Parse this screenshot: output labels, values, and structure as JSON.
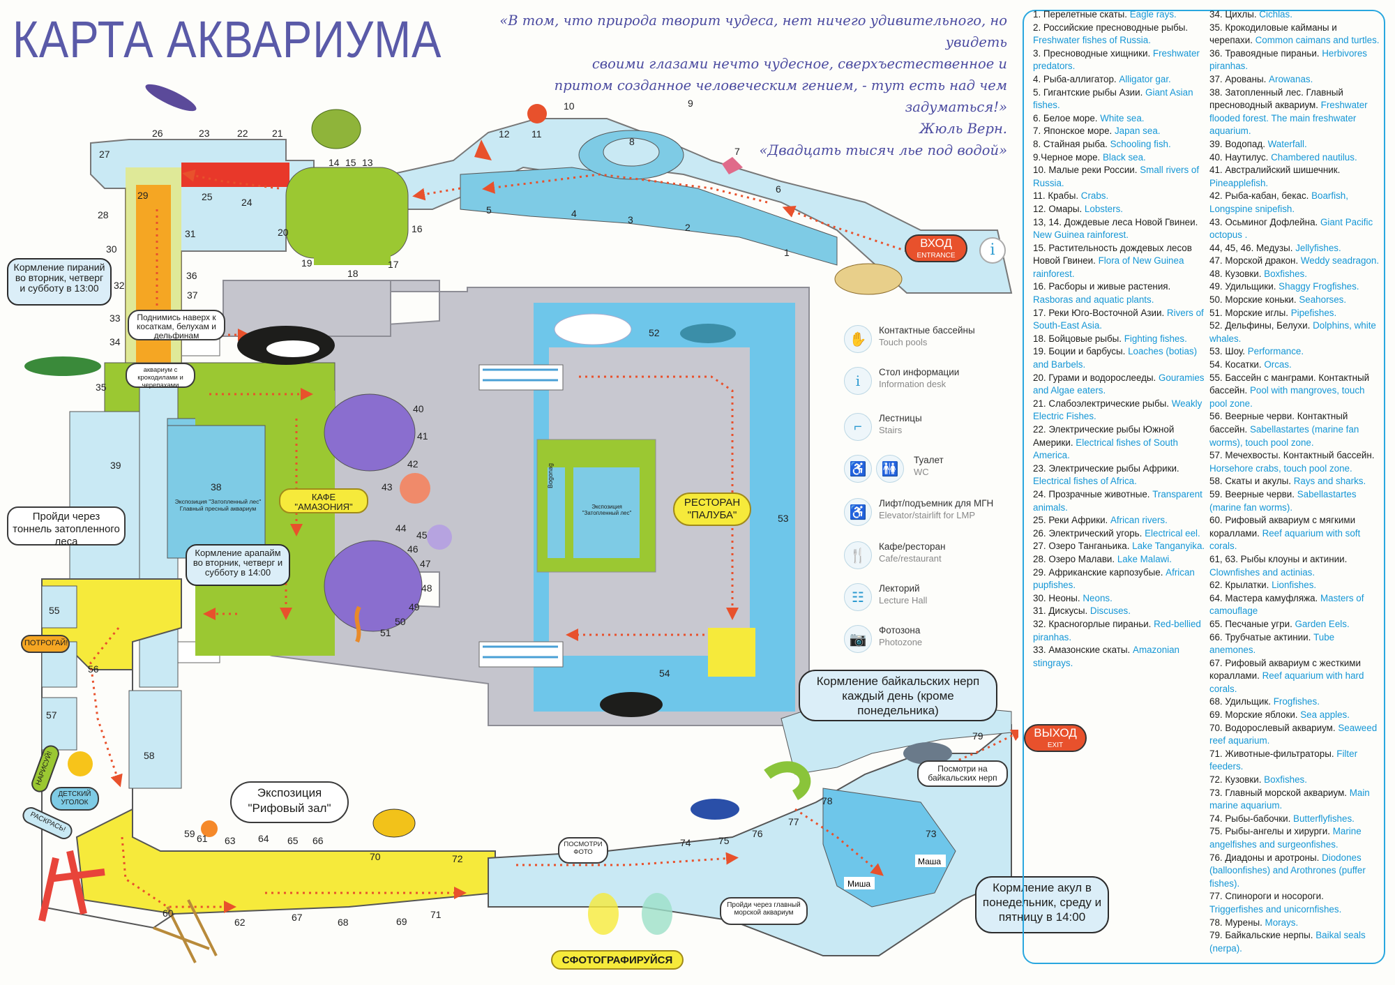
{
  "title": "КАРТА АКВАРИУМА",
  "quote": {
    "lines": [
      "«В том, что природа творит чудеса, нет ничего удивительного, но увидеть",
      "своими глазами нечто чудесное, сверхъестественное и",
      "притом созданное человеческим гением, - тут есть над чем задуматься!»",
      "Жюль Верн.",
      "«Двадцать тысяч лье под водой»"
    ]
  },
  "legend_col1": [
    {
      "ru": "1. Перелетные скаты.",
      "en": "Eagle rays."
    },
    {
      "ru": "2. Российские пресноводные рыбы.",
      "en": "Freshwater fishes of Russia."
    },
    {
      "ru": "3. Пресноводные хищники.",
      "en": "Freshwater predators."
    },
    {
      "ru": "4. Рыба-аллигатор.",
      "en": "Alligator gar."
    },
    {
      "ru": "5. Гигантские рыбы Азии.",
      "en": "Giant Asian fishes."
    },
    {
      "ru": "6. Белое море.",
      "en": "White sea."
    },
    {
      "ru": "7. Японское море.",
      "en": "Japan sea."
    },
    {
      "ru": "8. Стайная рыба.",
      "en": "Schooling fish."
    },
    {
      "ru": "9.Черное море.",
      "en": "Black sea."
    },
    {
      "ru": "10. Малые реки России.",
      "en": "Small rivers of Russia."
    },
    {
      "ru": "11. Крабы.",
      "en": "Crabs."
    },
    {
      "ru": "12. Омары.",
      "en": "Lobsters."
    },
    {
      "ru": "13, 14. Дождевые леса Новой Гвинеи.",
      "en": "New Guinea rainforest."
    },
    {
      "ru": "15. Растительность дождевых лесов Новой Гвинеи.",
      "en": "Flora of New Guinea rainforest."
    },
    {
      "ru": "16. Расборы и живые растения.",
      "en": "Rasboras and aquatic plants."
    },
    {
      "ru": "17. Реки Юго-Восточной Азии.",
      "en": "Rivers of South-East Asia."
    },
    {
      "ru": "18. Бойцовые рыбы.",
      "en": "Fighting fishes."
    },
    {
      "ru": "19. Боции и барбусы.",
      "en": "Loaches (botias) and Barbels."
    },
    {
      "ru": "20. Гурами и водорослееды.",
      "en": "Gouramies and Algae eaters."
    },
    {
      "ru": "21. Слабоэлектрические рыбы.",
      "en": "Weakly Electric Fishes."
    },
    {
      "ru": "22. Электрические рыбы Южной Америки.",
      "en": "Electrical fishes of South America."
    },
    {
      "ru": "23. Электрические рыбы Африки.",
      "en": "Electrical fishes of Africa."
    },
    {
      "ru": "24. Прозрачные животные.",
      "en": "Transparent animals."
    },
    {
      "ru": "25. Реки Африки.",
      "en": "African rivers."
    },
    {
      "ru": "26. Электрический угорь.",
      "en": "Electrical eel."
    },
    {
      "ru": "27. Озеро Танганьика.",
      "en": "Lake Tanganyika."
    },
    {
      "ru": "28. Озеро Малави.",
      "en": "Lake Malawi."
    },
    {
      "ru": "29. Африканские карпозубые.",
      "en": "African pupfishes."
    },
    {
      "ru": "30. Неоны.",
      "en": "Neons."
    },
    {
      "ru": "31. Дискусы.",
      "en": "Discuses."
    },
    {
      "ru": "32. Красногорлые пираньи.",
      "en": "Red-bellied piranhas."
    },
    {
      "ru": "33. Амазонские скаты.",
      "en": "Amazonian stingrays."
    }
  ],
  "legend_col2": [
    {
      "ru": "34. Цихлы.",
      "en": "Cichlas."
    },
    {
      "ru": "35. Крокодиловые кайманы и черепахи.",
      "en": "Common caimans and turtles."
    },
    {
      "ru": "36. Травоядные пираньи.",
      "en": "Herbivores piranhas."
    },
    {
      "ru": "37. Арованы.",
      "en": "Arowanas."
    },
    {
      "ru": "38. Затопленный лес. Главный пресноводный аквариум.",
      "en": "Freshwater flooded forest. The main freshwater aquarium."
    },
    {
      "ru": "39. Водопад.",
      "en": "Waterfall."
    },
    {
      "ru": "40. Наутилус.",
      "en": "Chambered nautilus."
    },
    {
      "ru": "41. Австралийский шишечник.",
      "en": "Pineapplefish."
    },
    {
      "ru": "42. Рыба-кабан, бекас.",
      "en": "Boarfish, Longspine snipefish."
    },
    {
      "ru": "43. Осьминог Дофлейна.",
      "en": "Giant Pacific octopus ."
    },
    {
      "ru": "44, 45, 46. Медузы.",
      "en": "Jellyfishes."
    },
    {
      "ru": "47. Морской дракон.",
      "en": "Weddy seadragon."
    },
    {
      "ru": "48. Кузовки.",
      "en": "Boxfishes."
    },
    {
      "ru": "49. Удильщики.",
      "en": "Shaggy Frogfishes."
    },
    {
      "ru": "50. Морские коньки.",
      "en": "Seahorses."
    },
    {
      "ru": "51. Морские иглы.",
      "en": "Pipefishes."
    },
    {
      "ru": "52. Дельфины, Белухи.",
      "en": "Dolphins, white whales."
    },
    {
      "ru": "53. Шоу.",
      "en": "Performance."
    },
    {
      "ru": "54. Косатки.",
      "en": "Orcas."
    },
    {
      "ru": "55. Бассейн с манграми. Контактный бассейн.",
      "en": "Pool with mangroves, touch pool zone."
    },
    {
      "ru": "56. Веерные черви. Контактный бассейн.",
      "en": "Sabellastartes (marine fan worms), touch pool zone."
    },
    {
      "ru": "57. Мечехвосты. Контактный бассейн.",
      "en": "Horsehore crabs, touch pool zone."
    },
    {
      "ru": "58. Скаты и акулы.",
      "en": "Rays and sharks."
    },
    {
      "ru": "59. Веерные черви.",
      "en": "Sabellastartes (marine fan worms)."
    },
    {
      "ru": "60. Рифовый аквариум с мягкими кораллами.",
      "en": "Reef aquarium with soft corals."
    },
    {
      "ru": "61, 63. Рыбы клоуны и актинии.",
      "en": "Clownfishes and actinias."
    },
    {
      "ru": "62. Крылатки.",
      "en": "Lionfishes."
    },
    {
      "ru": "64. Мастера камуфляжа.",
      "en": "Masters of camouflage"
    },
    {
      "ru": "65. Песчаные угри.",
      "en": "Garden Eels."
    },
    {
      "ru": "66. Трубчатые актинии.",
      "en": "Tube anemones."
    },
    {
      "ru": "67. Рифовый аквариум с жесткими кораллами.",
      "en": "Reef aquarium with hard corals."
    },
    {
      "ru": "68. Удильщик.",
      "en": "Frogfishes."
    },
    {
      "ru": "69. Морские яблоки.",
      "en": "Sea apples."
    },
    {
      "ru": "70. Водорослевый аквариум.",
      "en": "Seaweed reef aquarium."
    },
    {
      "ru": "71. Животные-фильтраторы.",
      "en": "Filter feeders."
    },
    {
      "ru": "72. Кузовки.",
      "en": "Boxfishes."
    },
    {
      "ru": "73. Главный морской аквариум.",
      "en": "Main marine aquarium."
    },
    {
      "ru": "74. Рыбы-бабочки.",
      "en": "Butterflyfishes."
    },
    {
      "ru": "75. Рыбы-ангелы и хирурги.",
      "en": "Marine angelfishes and surgeonfishes."
    },
    {
      "ru": "76. Диадоны и аротроны.",
      "en": "Diodones (balloonfishes) and Arothrones (puffer fishes)."
    },
    {
      "ru": "77. Спинороги и носороги.",
      "en": "Triggerfishes and unicornfishes."
    },
    {
      "ru": "78. Мурены.",
      "en": "Morays."
    },
    {
      "ru": "79. Байкальские нерпы.",
      "en": "Baikal seals (nerpa)."
    }
  ],
  "icon_legend": [
    {
      "icon": "touch-pool-icon",
      "ru": "Контактные бассейны",
      "en": "Touch pools"
    },
    {
      "icon": "info-icon",
      "ru": "Стол информации",
      "en": "Information desk"
    },
    {
      "icon": "stairs-icon",
      "ru": "Лестницы",
      "en": "Stairs"
    },
    {
      "icon": "wc-icon",
      "ru": "Туалет",
      "en": "WC"
    },
    {
      "icon": "elevator-icon",
      "ru": "Лифт/подъемник для МГН",
      "en": "Elevator/stairlift for LMP"
    },
    {
      "icon": "cafe-icon",
      "ru": "Кафе/ресторан",
      "en": "Cafe/restaurant"
    },
    {
      "icon": "lecture-icon",
      "ru": "Лекторий",
      "en": "Lecture Hall"
    },
    {
      "icon": "photo-icon",
      "ru": "Фотозона",
      "en": "Photozone"
    }
  ],
  "map": {
    "entrance": {
      "ru": "ВХОД",
      "en": "ENTRANCE"
    },
    "exit": {
      "ru": "ВЫХОД",
      "en": "EXIT"
    },
    "piranha_feeding": "Кормление пираний во вторник, четверг и субботу в 13:00",
    "go_up": "Поднимись наверх к косаткам, белухам и дельфинам",
    "crocodile_aq": "аквариум с крокодилами и черепахами",
    "tunnel": "Пройди через тоннель затопленного леса",
    "arapaima_feeding": "Кормление арапайм во вторник, четверг и субботу в 14:00",
    "cafe": "КАФЕ \"АМАЗОНИЯ\"",
    "restaurant": "РЕСТОРАН \"ПАЛУБА\"",
    "exhibit38": "Экспозиция \"Затопленный лес\" Главный пресный аквариум",
    "exhibit38_inner": "Экспозиция \"Затопленный лес\"",
    "bogoroq": "Bogonag",
    "touch_sign": "ПОТРОГАЙ!",
    "find_sign": "НАРИСУЙ!",
    "kids": "ДЕТСКИЙ УГОЛОК",
    "color_sign": "РАСКРАСЬ!",
    "reef_hall": "Экспозиция \"Рифовый зал\"",
    "nerpa_feeding": "Кормление байкальских нерп каждый день (кроме понедельника)",
    "see_nerpa": "Посмотри на байкальских нерп",
    "see_photo": "ПОСМОТРИ ФОТО",
    "main_marine": "Пройди через главный морской аквариум",
    "shark_feeding": "Кормление акул в понедельник, среду и пятницу в 14:00",
    "photo_zone": "СФОТОГРАФИРУЙСЯ",
    "shark1": "Миша",
    "shark2": "Маша"
  },
  "colors": {
    "water": "#7ecbe5",
    "water_light": "#c9e9f4",
    "green": "#9bc832",
    "yellow": "#f6ea3b",
    "orange": "#f5a623",
    "red": "#e8382a",
    "purple": "#8a6ecf",
    "grey": "#c9c9d1",
    "accent_blue": "#29a7df",
    "title": "#5a5aa8",
    "arrow": "#e8512c"
  }
}
